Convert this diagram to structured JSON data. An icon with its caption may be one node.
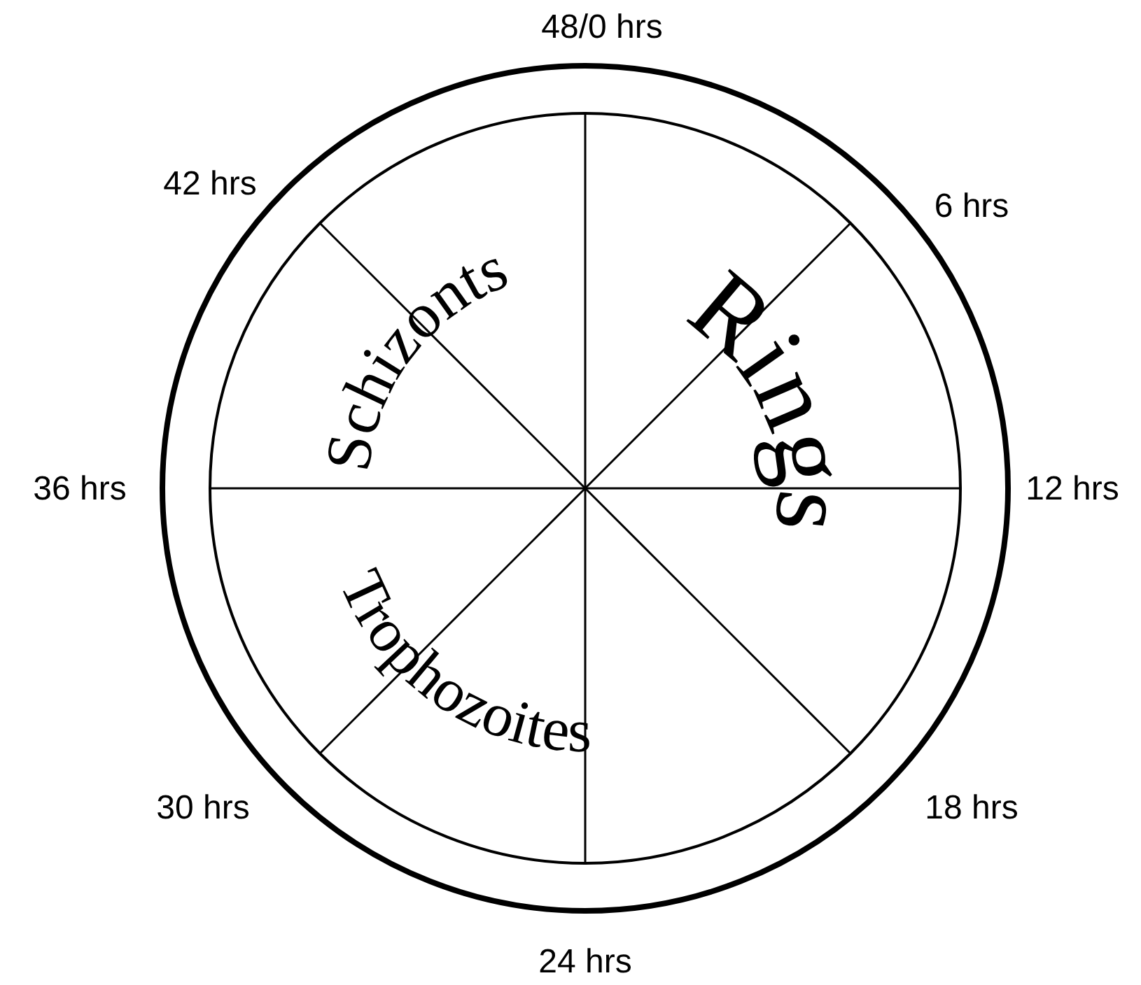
{
  "diagram": {
    "nodes": [
      {
        "text": [
          "Schizonts",
          "Rings",
          "Trophozoites"
        ],
        "beside": [
          "48/0 hrs",
          "6 hrs",
          "12 hrs",
          "18 hrs",
          "24 hrs",
          "30 hrs",
          "36 hrs",
          "42 hrs"
        ]
      }
    ]
  }
}
